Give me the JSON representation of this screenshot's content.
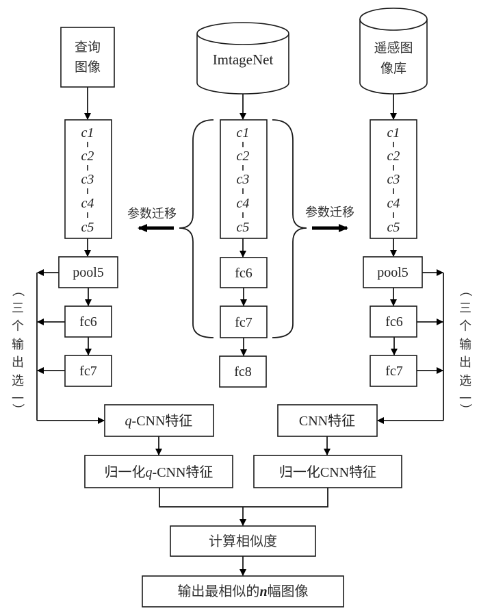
{
  "diagram": {
    "left_branch": {
      "input": {
        "line1": "查询",
        "line2": "图像"
      },
      "conv_layers": [
        "c1",
        "c2",
        "c3",
        "c4",
        "c5"
      ],
      "pool": "pool5",
      "fc_layers": [
        "fc6",
        "fc7"
      ],
      "side_label": [
        "（",
        "三",
        "个",
        "输",
        "出",
        "选",
        "一",
        "）"
      ],
      "feature": {
        "prefix": "q",
        "suffix": "-CNN特征"
      },
      "normalized": {
        "lead": "归一化",
        "prefix": "q",
        "suffix": "-CNN特征"
      }
    },
    "center_branch": {
      "input": "ImtageNet",
      "conv_layers": [
        "c1",
        "c2",
        "c3",
        "c4",
        "c5"
      ],
      "fc_layers": [
        "fc6",
        "fc7",
        "fc8"
      ]
    },
    "right_branch": {
      "input": {
        "line1": "遥感图",
        "line2": "像库"
      },
      "conv_layers": [
        "c1",
        "c2",
        "c3",
        "c4",
        "c5"
      ],
      "pool": "pool5",
      "fc_layers": [
        "fc6",
        "fc7"
      ],
      "side_label": [
        "（",
        "三",
        "个",
        "输",
        "出",
        "选",
        "一",
        "）"
      ],
      "feature": "CNN特征",
      "normalized": "归一化CNN特征"
    },
    "transfer_label": "参数迁移",
    "similarity": "计算相似度",
    "output": {
      "lead": "输出最相似的",
      "var": "n",
      "tail": "幅图像"
    }
  }
}
